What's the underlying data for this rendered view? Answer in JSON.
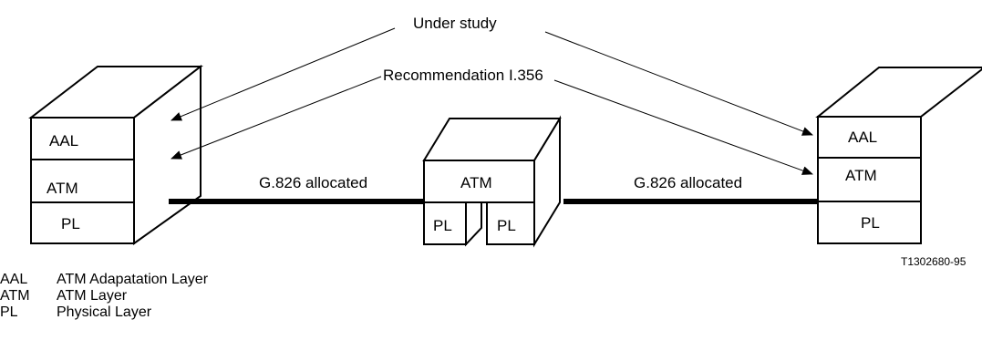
{
  "annotations": {
    "under_study": "Under study",
    "recommendation": "Recommendation I.356"
  },
  "left_stack": {
    "aal": "AAL",
    "atm": "ATM",
    "pl": "PL"
  },
  "middle_stack": {
    "atm": "ATM",
    "pl_left": "PL",
    "pl_right": "PL"
  },
  "right_stack": {
    "aal": "AAL",
    "atm": "ATM",
    "pl": "PL"
  },
  "links": {
    "left": "G.826 allocated",
    "right": "G.826 allocated"
  },
  "figure_id": "T1302680-95",
  "legend": [
    {
      "abbr": "AAL",
      "desc": "ATM Adapatation Layer"
    },
    {
      "abbr": "ATM",
      "desc": "ATM Layer"
    },
    {
      "abbr": "PL",
      "desc": "Physical Layer"
    }
  ]
}
